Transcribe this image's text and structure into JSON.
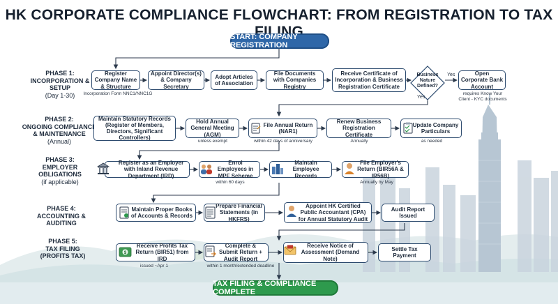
{
  "title": "HK CORPORATE COMPLIANCE FLOWCHART: FROM REGISTRATION TO TAX FILING",
  "start": "START: COMPANY REGISTRATION",
  "end": "TAX FILING & COMPLIANCE COMPLETE",
  "phases": [
    {
      "title": "PHASE 1:",
      "subtitle": "INCORPORATION & SETUP",
      "note": "(Day 1-30)"
    },
    {
      "title": "PHASE 2:",
      "subtitle": "ONGOING COMPLIANCE & MAINTENANCE",
      "note": "(Annual)"
    },
    {
      "title": "PHASE 3:",
      "subtitle": "EMPLOYER OBLIGATIONS",
      "note": "(if applicable)"
    },
    {
      "title": "PHASE 4:",
      "subtitle": "ACCOUNTING & AUDITING",
      "note": ""
    },
    {
      "title": "PHASE 5:",
      "subtitle": "TAX FILING (PROFITS TAX)",
      "note": ""
    }
  ],
  "p1": {
    "register": "Register Company Name & Structure",
    "directors": "Appoint Director(s) & Company Secretary",
    "articles": "Adopt Articles of Association",
    "file_docs": "File Documents with Companies Registry",
    "certificate": "Receive Certificate of Incorporation & Business Registration Certificate",
    "decision": "Business Nature Defined?",
    "yes_right": "Yes",
    "yes_down": "Yes",
    "bank": "Open Corporate Bank Account",
    "note_forms": "Incorporation Form NNC1/NNC1G",
    "note_kyc": "requires Know Your Client - KYC documents"
  },
  "p2": {
    "records": "Maintain Statutory Records (Register of Members, Directors, Significant Controllers)",
    "agm": "Hold Annual General Meeting (AGM)",
    "annual_return": "File Annual Return (NAR1)",
    "renew": "Renew Business Registration Certificate",
    "update": "Update Company Particulars",
    "note_agm": "unless exempt",
    "note_nar1": "within 42 days of anniversary",
    "note_renew": "Annually",
    "note_update": "as needed"
  },
  "p3": {
    "employer": "Register as an Employer with Inland Revenue Department (IRD)",
    "mpf": "Enrol Employees in MPF Scheme",
    "emp_records": "Maintain Employee Records",
    "return": "File Employer's Return (BIR56A & IR56B)",
    "note_mpf": "within 60 days",
    "note_may": "Annually by May"
  },
  "p4": {
    "books": "Maintain Proper Books of Accounts & Records",
    "statements": "Prepare Financial Statements (in HKFRS)",
    "cpa": "Appoint HK Certified Public Accountant (CPA) for Annual Statutory Audit",
    "audit": "Audit Report Issued"
  },
  "p5": {
    "profits_return": "Receive Profits Tax Return (BIR51) from IRD",
    "submit": "Complete & Submit Return + Audit Report",
    "assessment": "Receive Notice of Assessment (Demand Note)",
    "settle": "Settle Tax Payment",
    "note_issued": "issued ~Apr 1",
    "note_deadline": "within 1 month/extended deadline"
  },
  "colors": {
    "start_blue": "#2f67a8",
    "end_green": "#2e9a4d",
    "box_border": "#2c4a6e"
  },
  "icons": [
    "building-icon",
    "people-icon",
    "city-icon",
    "person-icon",
    "document-icon",
    "handshake-icon",
    "tax-money-icon",
    "envelope-icon",
    "checklist-icon"
  ]
}
